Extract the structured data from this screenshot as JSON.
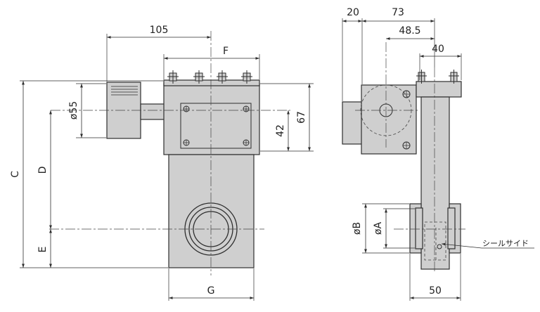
{
  "front_view": {
    "dim_105": "105",
    "dim_F": "F",
    "dim_55": "ø55",
    "dim_C": "C",
    "dim_D": "D",
    "dim_E": "E",
    "dim_42": "42",
    "dim_67": "67",
    "dim_G": "G"
  },
  "side_view": {
    "dim_20": "20",
    "dim_73": "73",
    "dim_48_5": "48.5",
    "dim_40": "40",
    "dim_B": "øB",
    "dim_A": "øA",
    "dim_50": "50",
    "seal_side_label": "シールサイド"
  }
}
